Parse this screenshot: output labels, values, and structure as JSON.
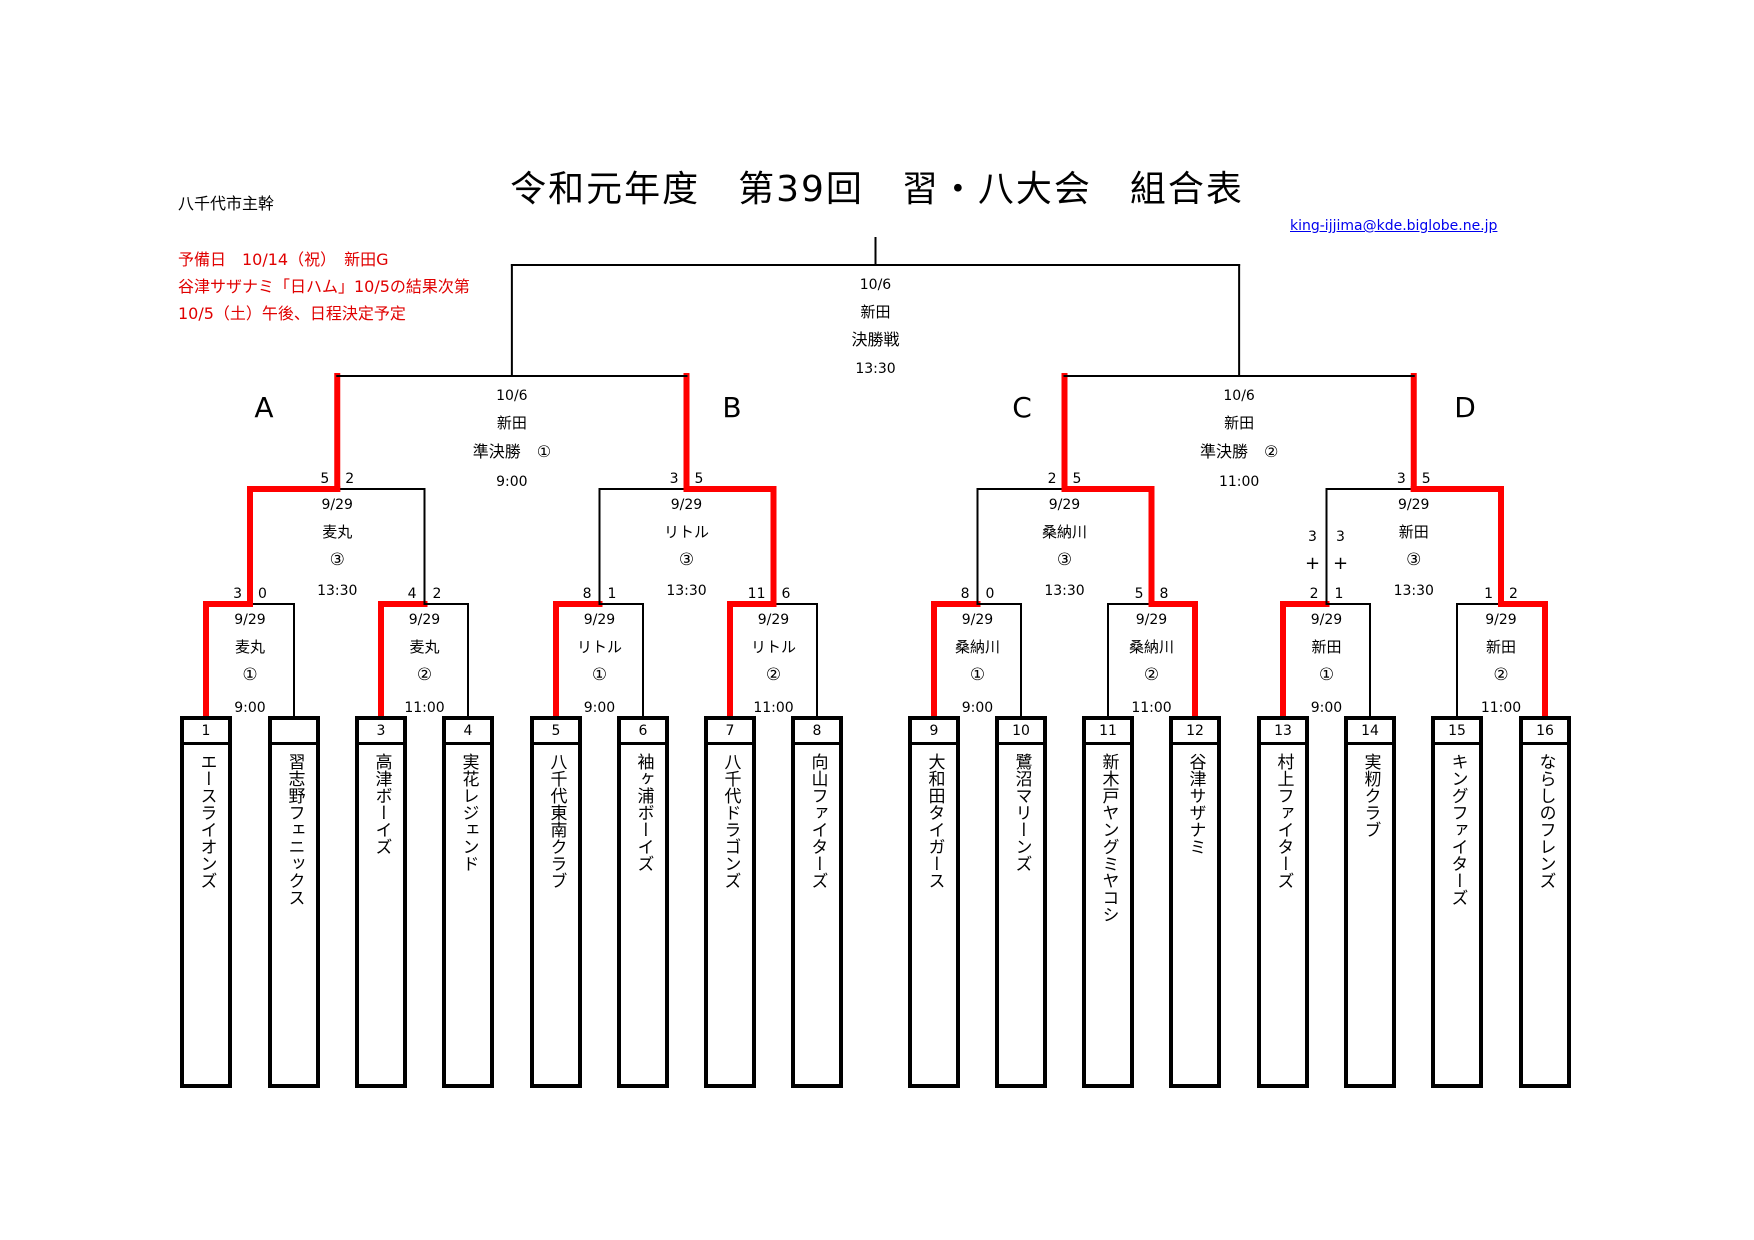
{
  "title": "令和元年度　第39回　習・八大会　組合表",
  "organizer": "八千代市主幹",
  "notes": [
    "予備日　10/14（祝）　新田G",
    "谷津サザナミ「日ハム」10/5の結果次第",
    "10/5（土）午後、日程決定予定"
  ],
  "email": "king-ijjima@kde.biglobe.ne.jp",
  "colors": {
    "winner_line": "#ff0000",
    "line": "#000000",
    "score": "#e00000"
  },
  "blocks": [
    "A",
    "B",
    "C",
    "D"
  ],
  "teams": [
    {
      "num": "1",
      "name": "エースライオンズ"
    },
    {
      "num": "",
      "name": "習志野フェニックス"
    },
    {
      "num": "3",
      "name": "高津ボーイズ"
    },
    {
      "num": "4",
      "name": "実花レジェンド"
    },
    {
      "num": "5",
      "name": "八千代東南クラブ"
    },
    {
      "num": "6",
      "name": "袖ヶ浦ボーイズ"
    },
    {
      "num": "7",
      "name": "八千代ドラゴンズ"
    },
    {
      "num": "8",
      "name": "向山ファイターズ"
    },
    {
      "num": "9",
      "name": "大和田タイガース"
    },
    {
      "num": "10",
      "name": "鷺沼マリーンズ"
    },
    {
      "num": "11",
      "name": "新木戸ヤングミヤコシ"
    },
    {
      "num": "12",
      "name": "谷津サザナミ"
    },
    {
      "num": "13",
      "name": "村上ファイターズ"
    },
    {
      "num": "14",
      "name": "実籾クラブ"
    },
    {
      "num": "15",
      "name": "キングファイターズ"
    },
    {
      "num": "16",
      "name": "ならしのフレンズ"
    }
  ],
  "round1": [
    {
      "date": "9/29",
      "venue": "麦丸",
      "game": "①",
      "time": "9:00",
      "score_left": "3",
      "score_right": "0",
      "winner": "left"
    },
    {
      "date": "9/29",
      "venue": "麦丸",
      "game": "②",
      "time": "11:00",
      "score_left": "4",
      "score_right": "2",
      "winner": "left"
    },
    {
      "date": "9/29",
      "venue": "リトル",
      "game": "①",
      "time": "9:00",
      "score_left": "8",
      "score_right": "1",
      "winner": "left"
    },
    {
      "date": "9/29",
      "venue": "リトル",
      "game": "②",
      "time": "11:00",
      "score_left": "11",
      "score_right": "6",
      "winner": "left"
    },
    {
      "date": "9/29",
      "venue": "桑納川",
      "game": "①",
      "time": "9:00",
      "score_left": "8",
      "score_right": "0",
      "winner": "left"
    },
    {
      "date": "9/29",
      "venue": "桑納川",
      "game": "②",
      "time": "11:00",
      "score_left": "5",
      "score_right": "8",
      "winner": "right"
    },
    {
      "date": "9/29",
      "venue": "新田",
      "game": "①",
      "time": "9:00",
      "score_left": "2",
      "score_right": "1",
      "winner": "left"
    },
    {
      "date": "9/29",
      "venue": "新田",
      "game": "②",
      "time": "11:00",
      "score_left": "1",
      "score_right": "2",
      "winner": "right"
    }
  ],
  "round2": [
    {
      "date": "9/29",
      "venue": "麦丸",
      "game": "③",
      "time": "13:30",
      "score_left": "5",
      "score_right": "2",
      "winner": "left"
    },
    {
      "date": "9/29",
      "venue": "リトル",
      "game": "③",
      "time": "13:30",
      "score_left": "3",
      "score_right": "5",
      "winner": "right"
    },
    {
      "date": "9/29",
      "venue": "桑納川",
      "game": "③",
      "time": "13:30",
      "score_left": "2",
      "score_right": "5",
      "winner": "right"
    },
    {
      "date": "9/29",
      "venue": "新田",
      "game": "③",
      "time": "13:30",
      "score_left": "3",
      "score_right": "5",
      "winner": "right"
    }
  ],
  "extra_scores": {
    "left": "3",
    "right": "3",
    "plus": "+"
  },
  "semifinals": [
    {
      "date": "10/6",
      "venue": "新田",
      "label": "準決勝　①",
      "time": "9:00"
    },
    {
      "date": "10/6",
      "venue": "新田",
      "label": "準決勝　②",
      "time": "11:00"
    }
  ],
  "final": {
    "date": "10/6",
    "venue": "新田",
    "label": "決勝戦",
    "time": "13:30"
  }
}
